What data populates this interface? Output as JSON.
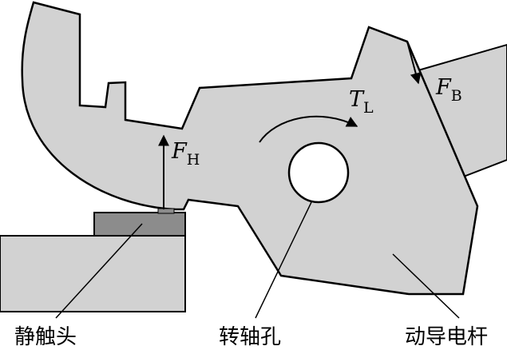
{
  "labels": {
    "static_contact": "静触头",
    "pivot_hole": "转轴孔",
    "moving_rod": "动导电杆"
  },
  "forces": {
    "fh": {
      "symbol": "F",
      "subscript": "H"
    },
    "fb": {
      "symbol": "F",
      "subscript": "B"
    },
    "tl": {
      "symbol": "T",
      "subscript": "L"
    }
  },
  "colors": {
    "part_fill": "#d2d2d2",
    "contact_fill": "#8c8c8c",
    "outline": "#000000",
    "hole_fill": "#ffffff"
  }
}
